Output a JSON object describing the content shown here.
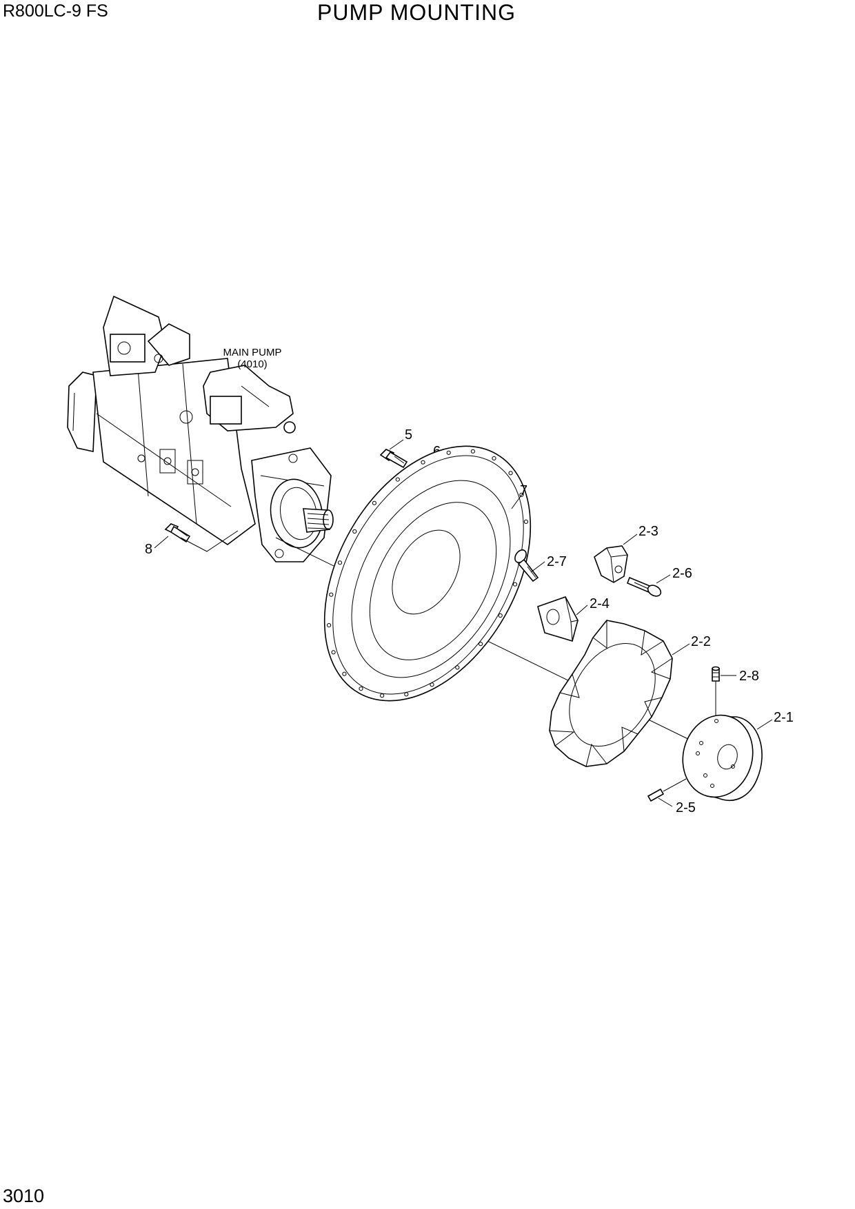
{
  "header": {
    "model": "R800LC-9 FS",
    "title": "PUMP MOUNTING"
  },
  "footer": {
    "page_number": "3010"
  },
  "diagram": {
    "assembly_label_line1": "MAIN PUMP",
    "assembly_label_line2": "(4010)",
    "callouts": [
      "5",
      "6",
      "7",
      "8",
      "2-1",
      "2-2",
      "2-3",
      "2-4",
      "2-5",
      "2-6",
      "2-7",
      "2-8"
    ]
  }
}
